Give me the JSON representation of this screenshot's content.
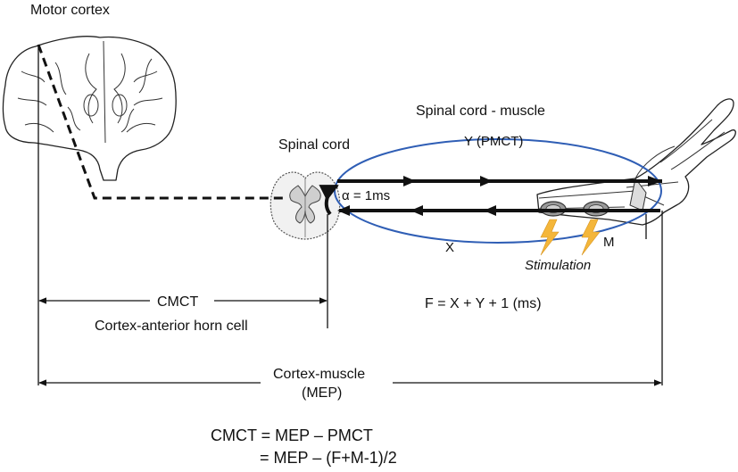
{
  "labels": {
    "motor_cortex": "Motor cortex",
    "spinal_cord_muscle": "Spinal cord - muscle",
    "spinal_cord": "Spinal cord",
    "y_pmct": "Y (PMCT)",
    "alpha": "α = 1ms",
    "x": "X",
    "m": "M",
    "stimulation": "Stimulation",
    "cmct": "CMCT",
    "cmct_sub": "Cortex-anterior horn cell",
    "f_formula": "F = X + Y + 1 (ms)",
    "cortex_muscle": "Cortex-muscle",
    "mep": "(MEP)",
    "eq_line1": "CMCT = MEP – PMCT",
    "eq_line2": "= MEP – (F+M-1)/2"
  },
  "colors": {
    "loop": "#2f5eb5",
    "stimulation": "#f4b63a",
    "lines": "#111111"
  },
  "icons": {
    "brain": "brain-coronal-section-icon",
    "spinal_cord": "spinal-cord-cross-section-icon",
    "limb": "arm-hand-outline-icon",
    "stimulation": "lightning-bolt-icon"
  }
}
